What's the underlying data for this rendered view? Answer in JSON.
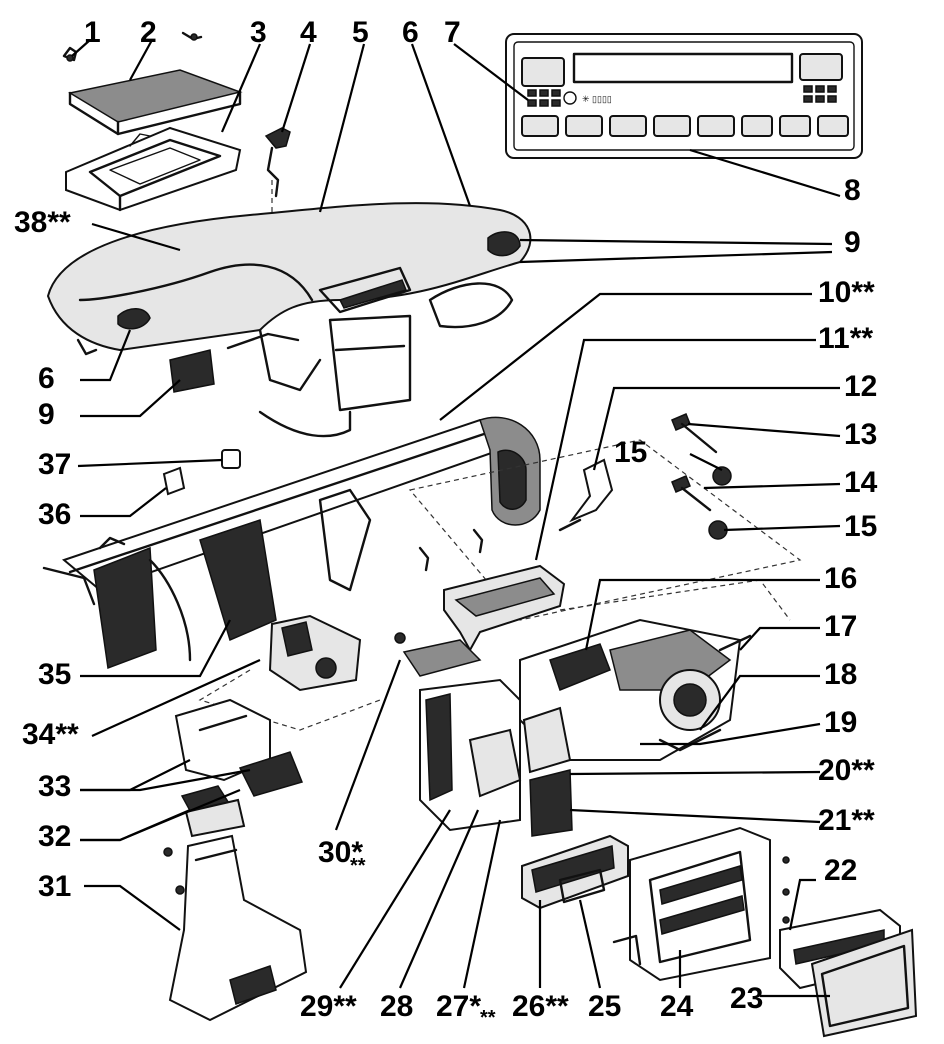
{
  "diagram": {
    "callouts": [
      {
        "id": "c1",
        "text": "1"
      },
      {
        "id": "c2",
        "text": "2"
      },
      {
        "id": "c3",
        "text": "3"
      },
      {
        "id": "c4",
        "text": "4"
      },
      {
        "id": "c5",
        "text": "5"
      },
      {
        "id": "c6a",
        "text": "6"
      },
      {
        "id": "c7",
        "text": "7"
      },
      {
        "id": "c38",
        "text": "38**"
      },
      {
        "id": "c8",
        "text": "8"
      },
      {
        "id": "c9a",
        "text": "9"
      },
      {
        "id": "c10",
        "text": "10**"
      },
      {
        "id": "c6b",
        "text": "6"
      },
      {
        "id": "c11",
        "text": "11**"
      },
      {
        "id": "c9b",
        "text": "9"
      },
      {
        "id": "c12",
        "text": "12"
      },
      {
        "id": "c13",
        "text": "13"
      },
      {
        "id": "c37",
        "text": "37"
      },
      {
        "id": "c15a",
        "text": "15"
      },
      {
        "id": "c14",
        "text": "14"
      },
      {
        "id": "c36",
        "text": "36"
      },
      {
        "id": "c15b",
        "text": "15"
      },
      {
        "id": "c16",
        "text": "16"
      },
      {
        "id": "c17",
        "text": "17"
      },
      {
        "id": "c35",
        "text": "35"
      },
      {
        "id": "c18",
        "text": "18"
      },
      {
        "id": "c34",
        "text": "34**"
      },
      {
        "id": "c19",
        "text": "19"
      },
      {
        "id": "c20",
        "text": "20**"
      },
      {
        "id": "c33",
        "text": "33"
      },
      {
        "id": "c21",
        "text": "21**"
      },
      {
        "id": "c32",
        "text": "32"
      },
      {
        "id": "c30",
        "text": "30*"
      },
      {
        "id": "c22",
        "text": "22"
      },
      {
        "id": "c31",
        "text": "31"
      },
      {
        "id": "c29",
        "text": "29**"
      },
      {
        "id": "c28",
        "text": "28"
      },
      {
        "id": "c27",
        "text": "27*"
      },
      {
        "id": "c26",
        "text": "26**"
      },
      {
        "id": "c25",
        "text": "25"
      },
      {
        "id": "c24",
        "text": "24"
      },
      {
        "id": "c23",
        "text": "23"
      }
    ],
    "suffix_marks": {
      "c30": "**",
      "c27": "**"
    }
  }
}
